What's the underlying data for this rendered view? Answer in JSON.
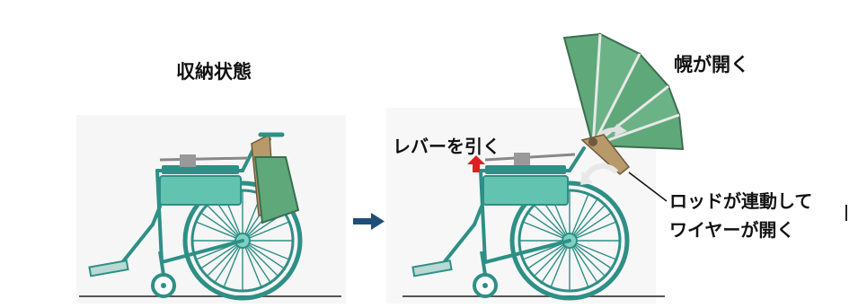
{
  "labels": {
    "stored_state": "収納状態",
    "canopy_opens": "幌が開く",
    "pull_lever": "レバーを引く",
    "rod_line1": "ロッドが連動して",
    "rod_line2": "ワイヤーが開く"
  },
  "colors": {
    "frame": "#2e8f86",
    "seat": "#62c3b0",
    "canopy": "#5fa87a",
    "arrow_transition": "#1f4e79",
    "arrow_lever": "#e02020",
    "mechanism": "#b89a6a"
  },
  "icons": [
    "wheelchair-folded",
    "wheelchair-canopy-open",
    "transition-arrow",
    "lever-up-arrow",
    "rotation-arrow"
  ]
}
